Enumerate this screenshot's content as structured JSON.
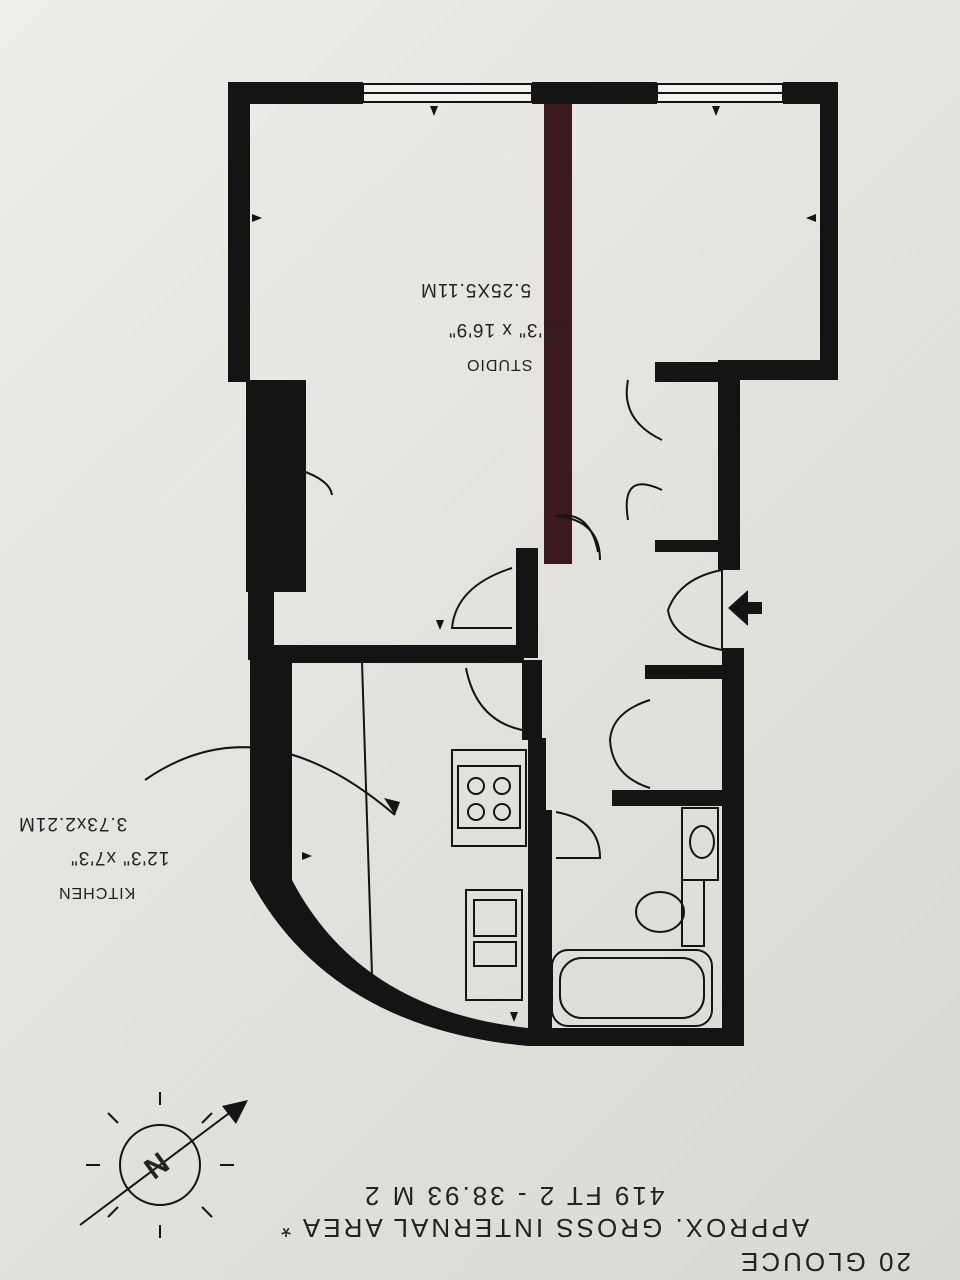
{
  "rooms": {
    "studio": {
      "name": "STUDIO",
      "dims_ft": "17'3\" x 16'9\"",
      "dims_m": "5.25X5.11M"
    },
    "kitchen": {
      "name": "KITCHEN",
      "dims_ft": "12'3\" x7'3\"",
      "dims_m": "3.73x2.21M"
    }
  },
  "area": {
    "title": "20 GLOUCE",
    "label": "APPROX. GROSS INTERNAL AREA *",
    "value": "419 FT 2 - 38.93 M 2"
  },
  "compass": {
    "letter": "N",
    "icon": "north-arrow-icon"
  },
  "entrance": {
    "icon": "entrance-arrow-icon"
  },
  "colors": {
    "wall": "#141414",
    "paper": "#e6e5e0",
    "partition": "#3a1a1a"
  }
}
